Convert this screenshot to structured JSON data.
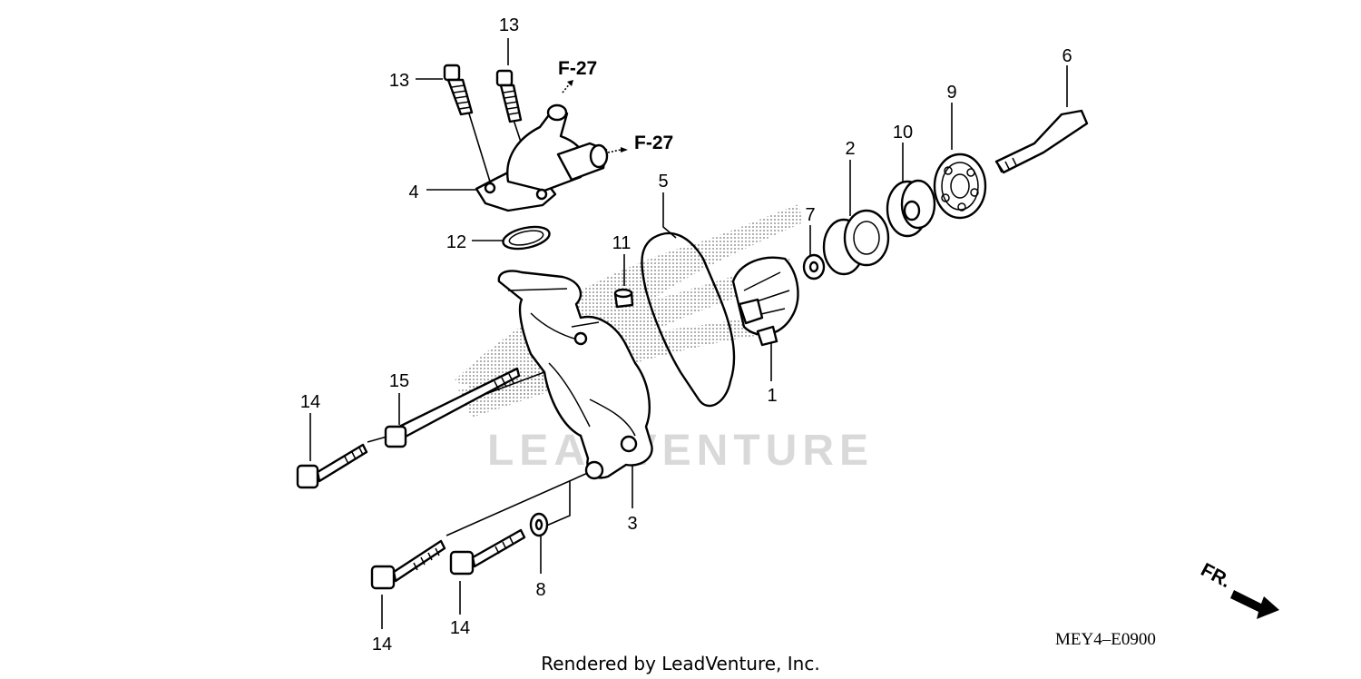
{
  "watermark": {
    "text": "LEADVENTURE"
  },
  "callouts": {
    "c1": "1",
    "c2": "2",
    "c3": "3",
    "c4": "4",
    "c5": "5",
    "c6": "6",
    "c7": "7",
    "c8": "8",
    "c9": "9",
    "c10": "10",
    "c11": "11",
    "c12": "12",
    "c13a": "13",
    "c13b": "13",
    "c14a": "14",
    "c14b": "14",
    "c14c": "14",
    "c15": "15"
  },
  "references": {
    "ref_upper": "F-27",
    "ref_lower": "F-27"
  },
  "direction": {
    "label": "FR."
  },
  "diagram_code": "MEY4–E0900",
  "footer": {
    "credit": "Rendered by LeadVenture, Inc."
  }
}
